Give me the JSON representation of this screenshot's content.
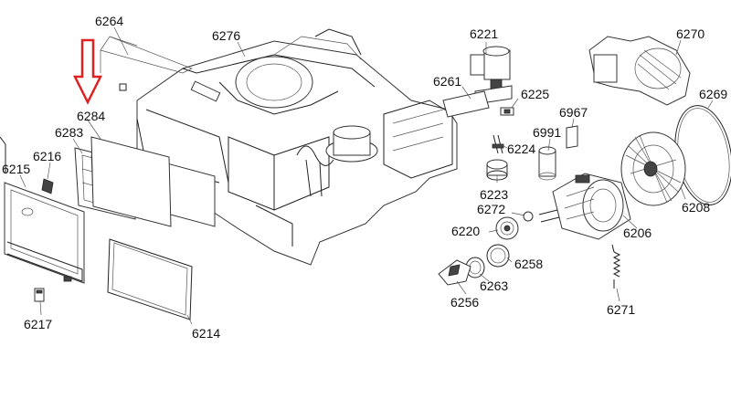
{
  "diagram": {
    "arrow_color": "#e02020",
    "callouts": [
      {
        "id": "6264",
        "text": "6264"
      },
      {
        "id": "6276",
        "text": "6276"
      },
      {
        "id": "6221",
        "text": "6221"
      },
      {
        "id": "6270",
        "text": "6270"
      },
      {
        "id": "6269",
        "text": "6269"
      },
      {
        "id": "6261",
        "text": "6261"
      },
      {
        "id": "6225",
        "text": "6225"
      },
      {
        "id": "6967",
        "text": "6967"
      },
      {
        "id": "6991",
        "text": "6991"
      },
      {
        "id": "6224",
        "text": "6224"
      },
      {
        "id": "6284",
        "text": "6284"
      },
      {
        "id": "6283",
        "text": "6283"
      },
      {
        "id": "6216",
        "text": "6216"
      },
      {
        "id": "6215",
        "text": "6215"
      },
      {
        "id": "6223",
        "text": "6223"
      },
      {
        "id": "6208",
        "text": "6208"
      },
      {
        "id": "6272",
        "text": "6272"
      },
      {
        "id": "6220",
        "text": "6220"
      },
      {
        "id": "6206",
        "text": "6206"
      },
      {
        "id": "6258",
        "text": "6258"
      },
      {
        "id": "6263",
        "text": "6263"
      },
      {
        "id": "6256",
        "text": "6256"
      },
      {
        "id": "6271",
        "text": "6271"
      },
      {
        "id": "6217",
        "text": "6217"
      },
      {
        "id": "6214",
        "text": "6214"
      }
    ]
  }
}
